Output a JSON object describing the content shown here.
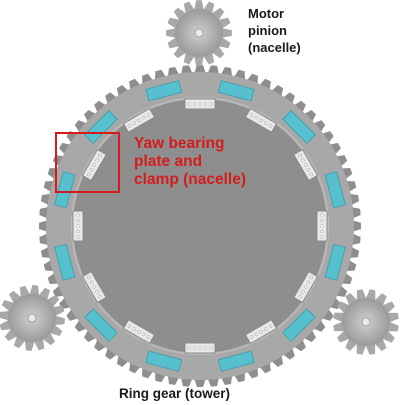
{
  "labels": {
    "motor_pinion": [
      "Motor",
      "pinion",
      "(nacelle)"
    ],
    "yaw_bearing": [
      "Yaw bearing",
      "plate and",
      "clamp (nacelle)"
    ],
    "ring_gear": "Ring gear (tower)"
  },
  "colors": {
    "gear_gray": "#a8a8a8",
    "gear_dark": "#8e8e8e",
    "pad_cyan": "#56c0cf",
    "roller_fill": "#e9e9e9",
    "callout_red": "#d41c1c",
    "text_dark": "#1a1a1a"
  },
  "components": {
    "ring_gear_teeth": 72,
    "pinion_count": 3,
    "pinion_teeth": 16,
    "bearing_pad_count": 12,
    "roller_clamp_count": 12
  }
}
